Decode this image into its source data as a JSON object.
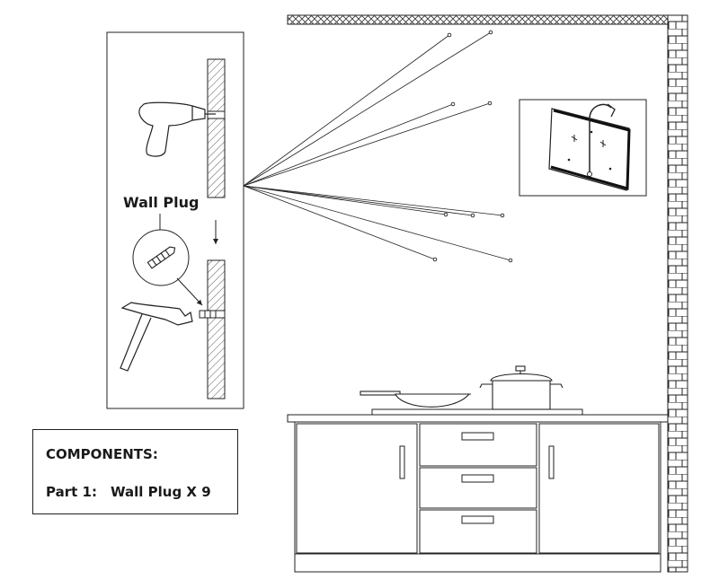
{
  "labels": {
    "wall_plug": "Wall Plug"
  },
  "components": {
    "title": "COMPONENTS:",
    "part_label": "Part 1:",
    "part_value": "Wall Plug X 9"
  },
  "icons": {
    "drill": "drill-icon",
    "hammer": "hammer-icon",
    "wall_plug": "wall-plug-icon",
    "panel": "panel-mount-icon",
    "pot": "pot-icon",
    "wok": "wok-icon"
  },
  "colors": {
    "line": "#1a1a1a",
    "hatch": "#555555",
    "background": "#ffffff"
  }
}
